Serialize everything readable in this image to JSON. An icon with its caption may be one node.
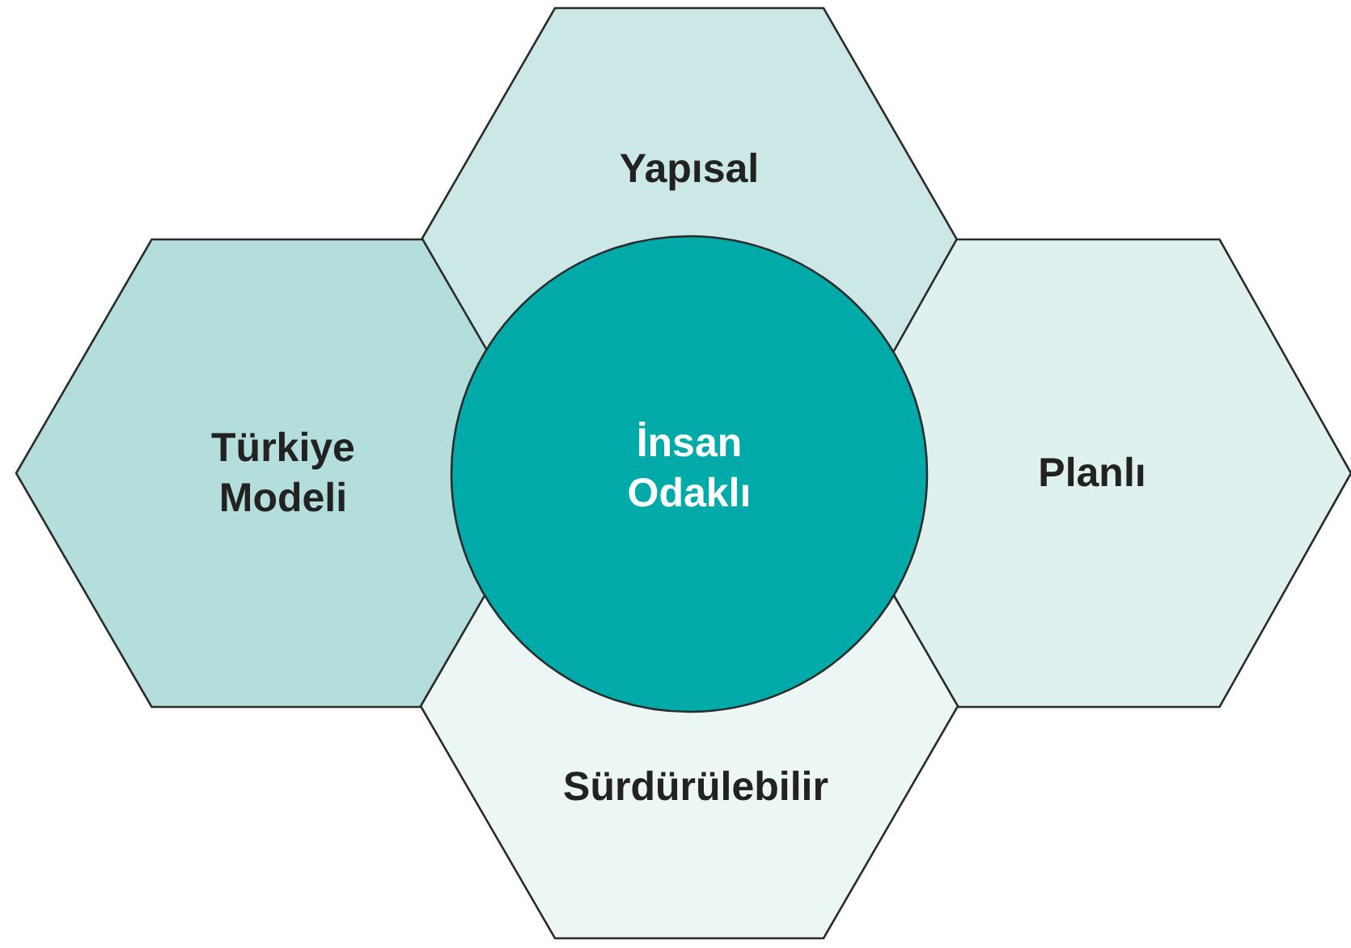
{
  "diagram": {
    "nodes": [
      {
        "text": [
          "Yapısal"
        ]
      },
      {
        "text": [
          "Türkiye Modeli"
        ]
      },
      {
        "text": [
          "İnsan Odaklı"
        ]
      },
      {
        "text": [
          "Planlı"
        ]
      },
      {
        "text": [
          "Sürdürülebilir"
        ]
      }
    ]
  }
}
